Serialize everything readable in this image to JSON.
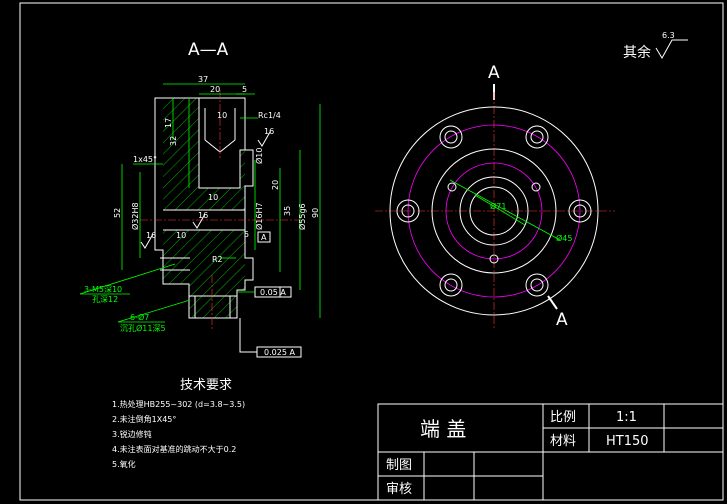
{
  "drawing": {
    "section_label": "A—A",
    "roughness_prefix": "其余",
    "roughness_value": "6.3",
    "view_cut_label": "A",
    "dims": {
      "d37": "37",
      "d20": "20",
      "d5": "5",
      "thread_rc": "Rc1/4",
      "d10a": "10",
      "d17": "17",
      "d32": "32",
      "chamfer": "1x45°",
      "d52": "52",
      "d32h8": "Ø32H8",
      "d10b": "10",
      "d10c": "10",
      "d5b": "5",
      "d10d": "Ø10",
      "d16h7": "Ø16H7",
      "d35": "35",
      "d20b": "20",
      "d55g6": "Ø55g6",
      "d90": "90",
      "r2": "R2",
      "tol1": "0.05 A",
      "tol2": "0.025 A",
      "datum": "A",
      "r16": "16",
      "r16b": "16",
      "r16c": "16",
      "d71": "Ø71",
      "d45": "Ø45"
    },
    "leaders": {
      "m5": "3-M5深10",
      "m5_sub": "孔深12",
      "d7": "6-Ø7",
      "d7_sub": "沉孔Ø11深5"
    }
  },
  "requirements": {
    "heading": "技术要求",
    "items": [
      "1.热处理HB255~302 (d=3.8~3.5)",
      "2.未注倒角1X45°",
      "3.锐边修钝",
      "4.未注表面对基准的跳动不大于0.2",
      "5.氧化"
    ]
  },
  "title_block": {
    "part_name": "端 盖",
    "scale_label": "比例",
    "scale_value": "1:1",
    "material_label": "材料",
    "material_value": "HT150",
    "drawn_label": "制图",
    "checked_label": "审核"
  }
}
